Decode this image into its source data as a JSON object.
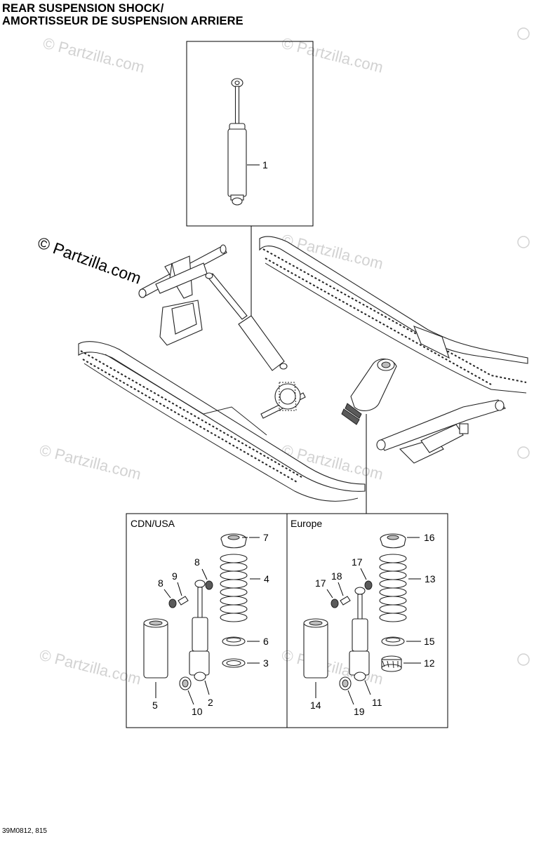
{
  "title": {
    "line1": "REAR SUSPENSION SHOCK/",
    "line2": "AMORTISSEUR DE SUSPENSION ARRIERE"
  },
  "watermark": {
    "text": "© Partzilla.com",
    "faded": "©   Partzilla.com"
  },
  "regions": {
    "cdn_usa": "CDN/USA",
    "europe": "Europe"
  },
  "callouts": {
    "c1": "1",
    "c2": "2",
    "c3": "3",
    "c4": "4",
    "c5": "5",
    "c6": "6",
    "c7": "7",
    "c8a": "8",
    "c8b": "8",
    "c9": "9",
    "c10": "10",
    "c11": "11",
    "c12": "12",
    "c13": "13",
    "c14": "14",
    "c15": "15",
    "c16": "16",
    "c17a": "17",
    "c17b": "17",
    "c18": "18",
    "c19": "19"
  },
  "footer": "39M0812, 815"
}
